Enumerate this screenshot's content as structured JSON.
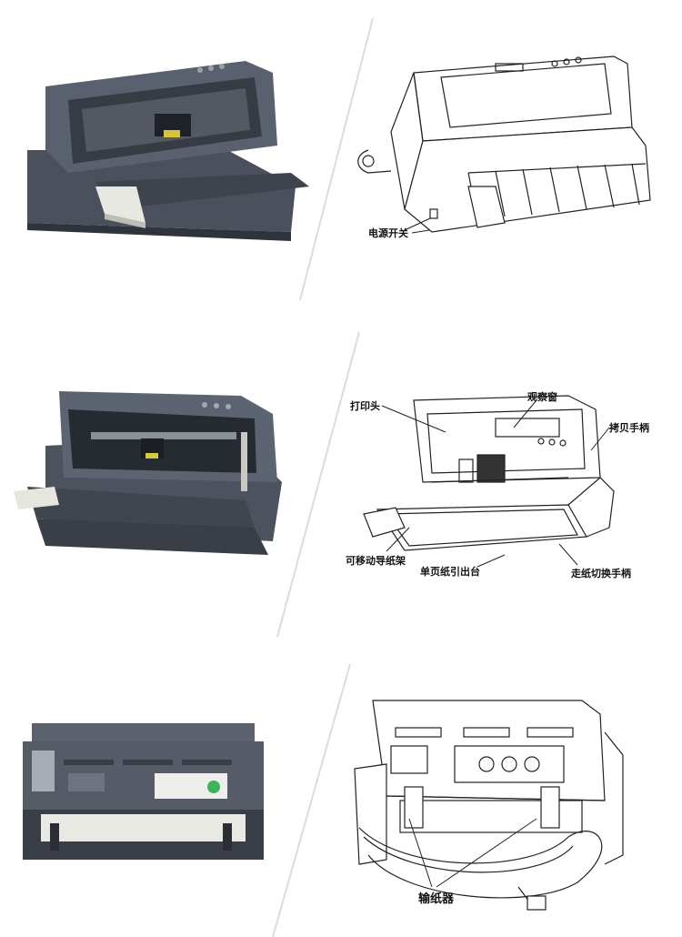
{
  "sections": [
    {
      "photo": "printer-front-closed",
      "drawing": "printer-front-line-drawing",
      "callouts": {
        "power_switch": "电源开关"
      }
    },
    {
      "photo": "printer-front-open",
      "drawing": "printer-open-line-drawing",
      "callouts": {
        "print_head": "打印头",
        "view_window": "观察窗",
        "copy_lever": "拷贝手柄",
        "movable_guide": "可移动导纸架",
        "single_sheet_exit": "单页纸引出台",
        "feed_switch_lever": "走纸切换手柄"
      }
    },
    {
      "photo": "printer-rear",
      "drawing": "printer-rear-line-drawing",
      "callouts": {
        "tractor": "输纸器"
      }
    }
  ],
  "colors": {
    "printer_body": "#4f5663",
    "printer_dark": "#2e333b",
    "tray": "#e9e9e4",
    "divider": "#d8d8d8"
  }
}
